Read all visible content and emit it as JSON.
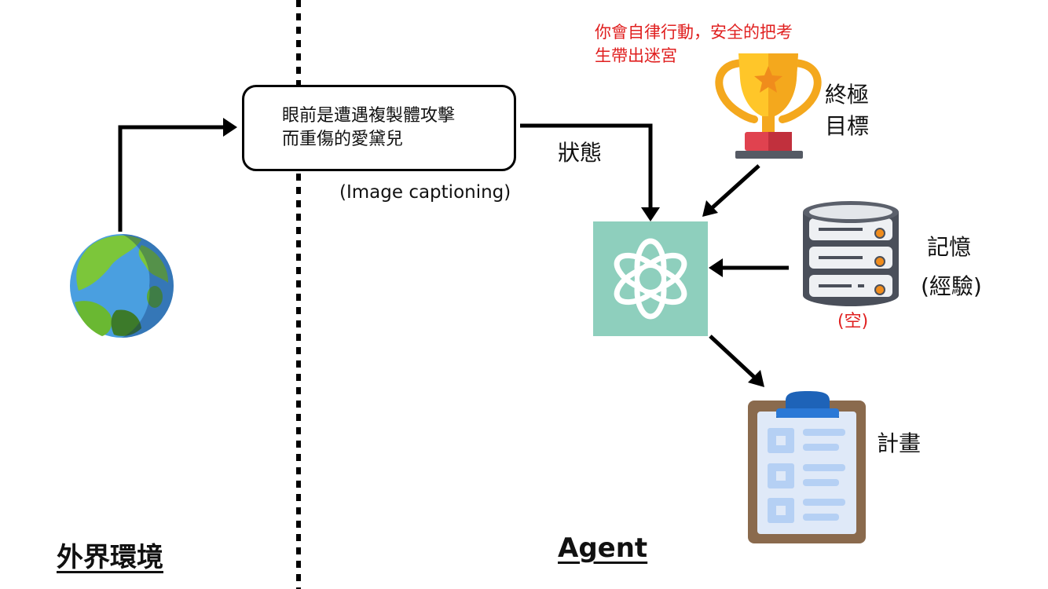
{
  "caption": {
    "line1": "眼前是遭遇複製體攻擊",
    "line2": "而重傷的愛黛兒",
    "method": "(Image captioning)"
  },
  "state_label": "狀態",
  "goal": {
    "note_line1": "你會自律行動，安全的把考",
    "note_line2": "生帶出迷宮",
    "label_line1": "終極",
    "label_line2": "目標"
  },
  "memory": {
    "label_line1": "記憶",
    "label_line2": "(經驗)",
    "status": "(空)"
  },
  "plan_label": "計畫",
  "sections": {
    "environment": "外界環境",
    "agent": "Agent"
  },
  "colors": {
    "agent_tile": "#8ecfbd",
    "note_red": "#e02020"
  },
  "icons": [
    "globe-icon",
    "trophy-icon",
    "database-icon",
    "openai-logo-icon",
    "clipboard-icon"
  ]
}
